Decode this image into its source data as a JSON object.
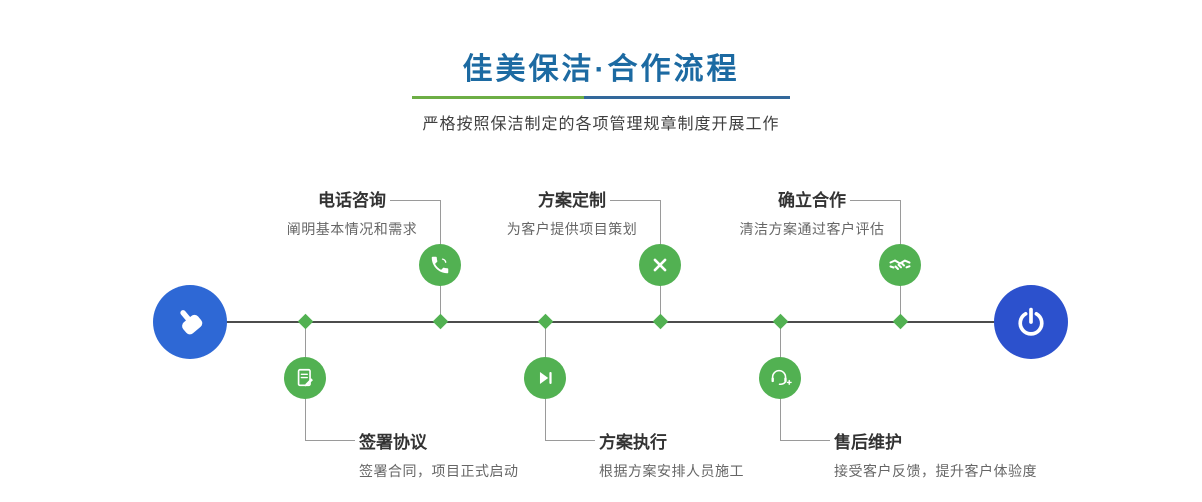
{
  "header": {
    "title": "佳美保洁·合作流程",
    "subtitle": "严格按照保洁制定的各项管理规章制度开展工作"
  },
  "timeline": {
    "start_icon": "pointing-hand-icon",
    "end_icon": "power-icon"
  },
  "steps": {
    "top": [
      {
        "title": "电话咨询",
        "desc": "阐明基本情况和需求",
        "icon": "phone-icon"
      },
      {
        "title": "方案定制",
        "desc": "为客户提供项目策划",
        "icon": "pencil-ruler-icon"
      },
      {
        "title": "确立合作",
        "desc": "清洁方案通过客户评估",
        "icon": "handshake-icon"
      }
    ],
    "bottom": [
      {
        "title": "签署协议",
        "desc": "签署合同，项目正式启动",
        "icon": "contract-icon"
      },
      {
        "title": "方案执行",
        "desc": "根据方案安排人员施工",
        "icon": "play-next-icon"
      },
      {
        "title": "售后维护",
        "desc": "接受客户反馈，提升客户体验度",
        "icon": "customer-service-icon"
      }
    ]
  },
  "colors": {
    "title_blue": "#1c6aa2",
    "divider_green": "#6dae45",
    "divider_blue": "#33689b",
    "node_green": "#52b152",
    "node_blue": "#2e68d5",
    "node_blue_dark": "#2c51cd",
    "line_dark": "#4c4c4c",
    "connector_gray": "#9a9a9a"
  }
}
